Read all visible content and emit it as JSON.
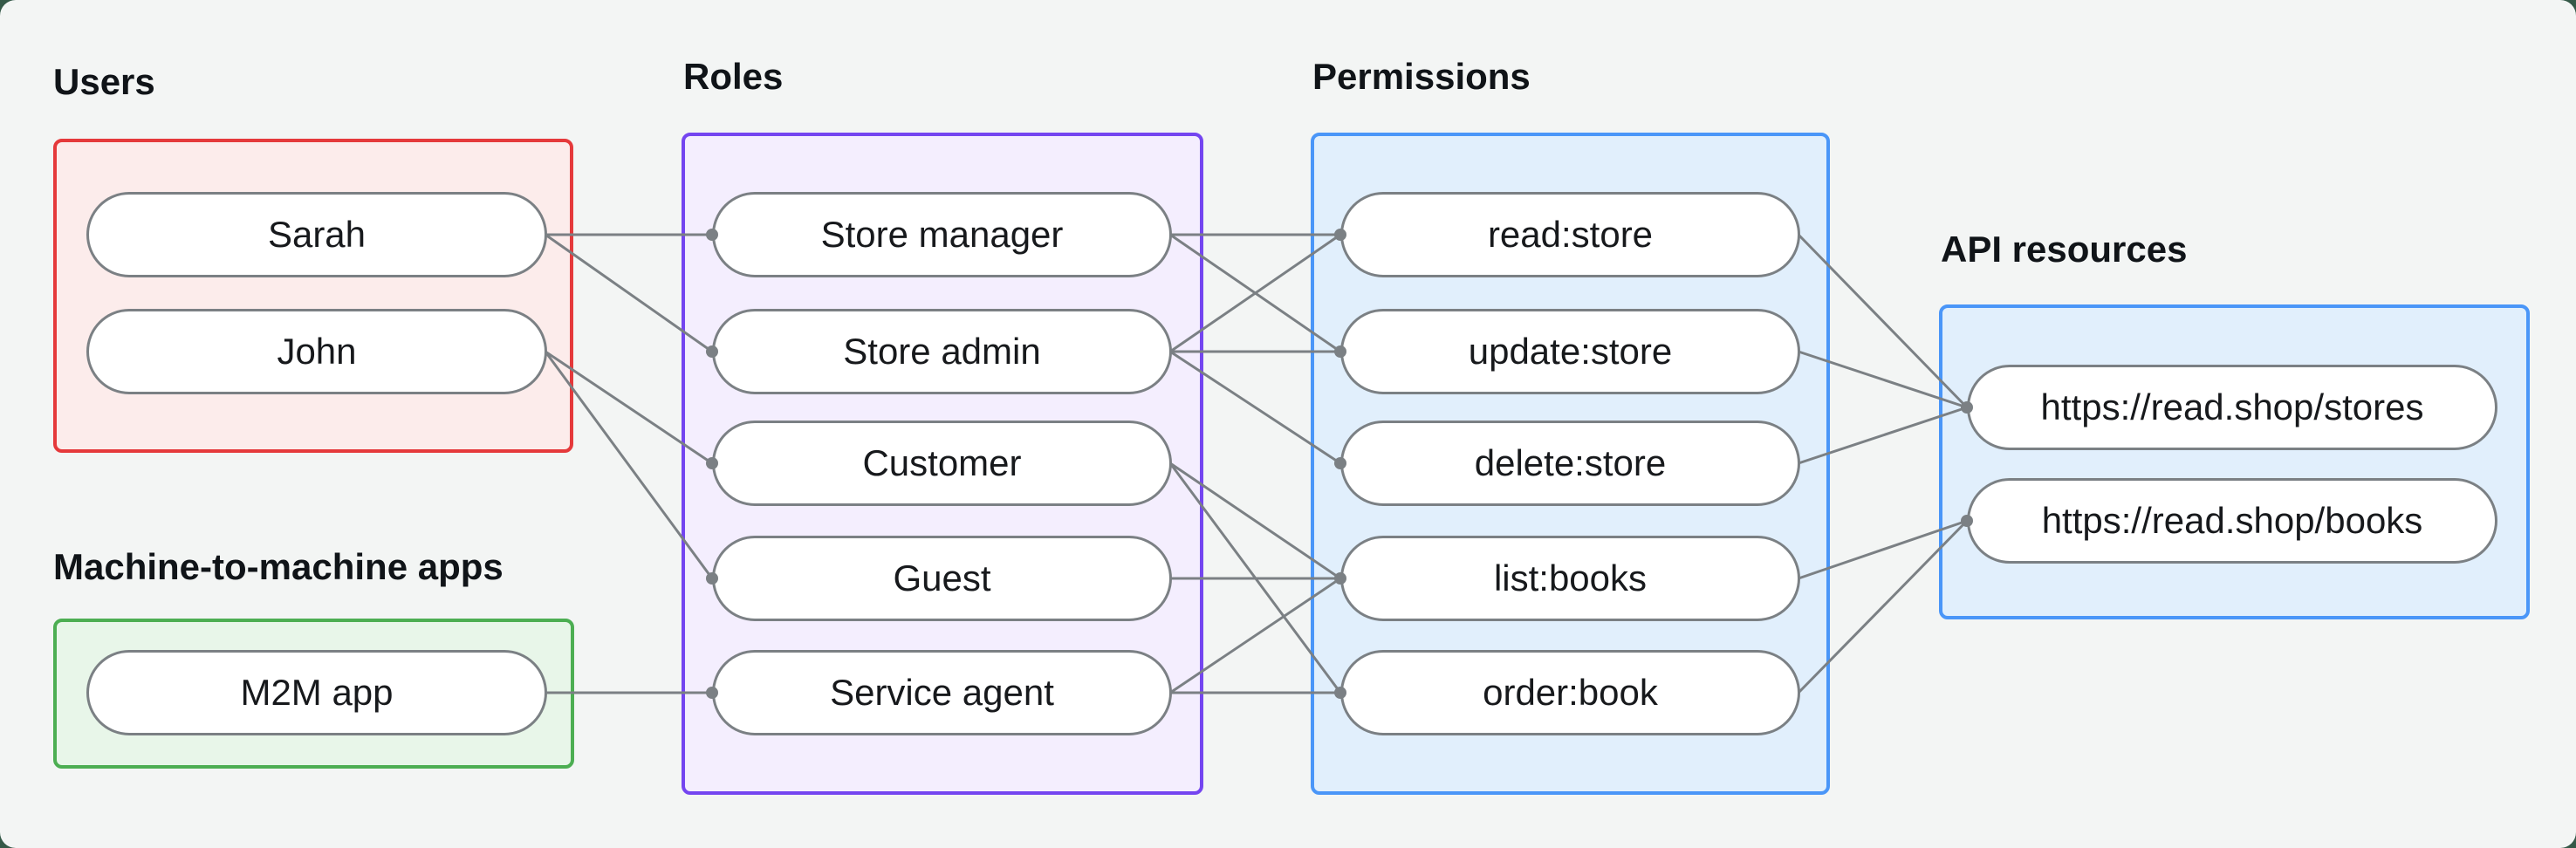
{
  "colors": {
    "outside_bg": "#355948",
    "card_bg": "#f3f5f4",
    "line": "#7b8084",
    "node_border": "#7b8084",
    "node_bg": "#ffffff",
    "text": "#17191c",
    "title_text": "#101418",
    "users_border": "#e5393b",
    "users_fill": "#fceceb",
    "m2m_border": "#4cae52",
    "m2m_fill": "#e8f6e9",
    "roles_border": "#7445f0",
    "roles_fill": "#f4eefe",
    "permissions_border": "#4a96f8",
    "permissions_fill": "#e1effc",
    "api_border": "#4a96f8",
    "api_fill": "#e1effc"
  },
  "sections": {
    "users": {
      "title": "Users",
      "items": {
        "sarah": "Sarah",
        "john": "John"
      }
    },
    "m2m": {
      "title": "Machine-to-machine apps",
      "items": {
        "m2m_app": "M2M app"
      }
    },
    "roles": {
      "title": "Roles",
      "items": {
        "store_manager": "Store manager",
        "store_admin": "Store admin",
        "customer": "Customer",
        "guest": "Guest",
        "service_agent": "Service agent"
      }
    },
    "permissions": {
      "title": "Permissions",
      "items": {
        "read_store": "read:store",
        "update_store": "update:store",
        "delete_store": "delete:store",
        "list_books": "list:books",
        "order_book": "order:book"
      }
    },
    "api_resources": {
      "title": "API resources",
      "items": {
        "stores": "https://read.shop/stores",
        "books": "https://read.shop/books"
      }
    }
  },
  "edges": [
    {
      "from": "sarah",
      "to": "store_manager"
    },
    {
      "from": "sarah",
      "to": "store_admin"
    },
    {
      "from": "john",
      "to": "customer"
    },
    {
      "from": "john",
      "to": "guest"
    },
    {
      "from": "m2m_app",
      "to": "service_agent"
    },
    {
      "from": "store_manager",
      "to": "read_store"
    },
    {
      "from": "store_manager",
      "to": "update_store"
    },
    {
      "from": "store_admin",
      "to": "read_store"
    },
    {
      "from": "store_admin",
      "to": "update_store"
    },
    {
      "from": "store_admin",
      "to": "delete_store"
    },
    {
      "from": "customer",
      "to": "list_books"
    },
    {
      "from": "customer",
      "to": "order_book"
    },
    {
      "from": "guest",
      "to": "list_books"
    },
    {
      "from": "service_agent",
      "to": "list_books"
    },
    {
      "from": "service_agent",
      "to": "order_book"
    },
    {
      "from": "read_store",
      "to": "stores"
    },
    {
      "from": "update_store",
      "to": "stores"
    },
    {
      "from": "delete_store",
      "to": "stores"
    },
    {
      "from": "list_books",
      "to": "books"
    },
    {
      "from": "order_book",
      "to": "books"
    }
  ]
}
